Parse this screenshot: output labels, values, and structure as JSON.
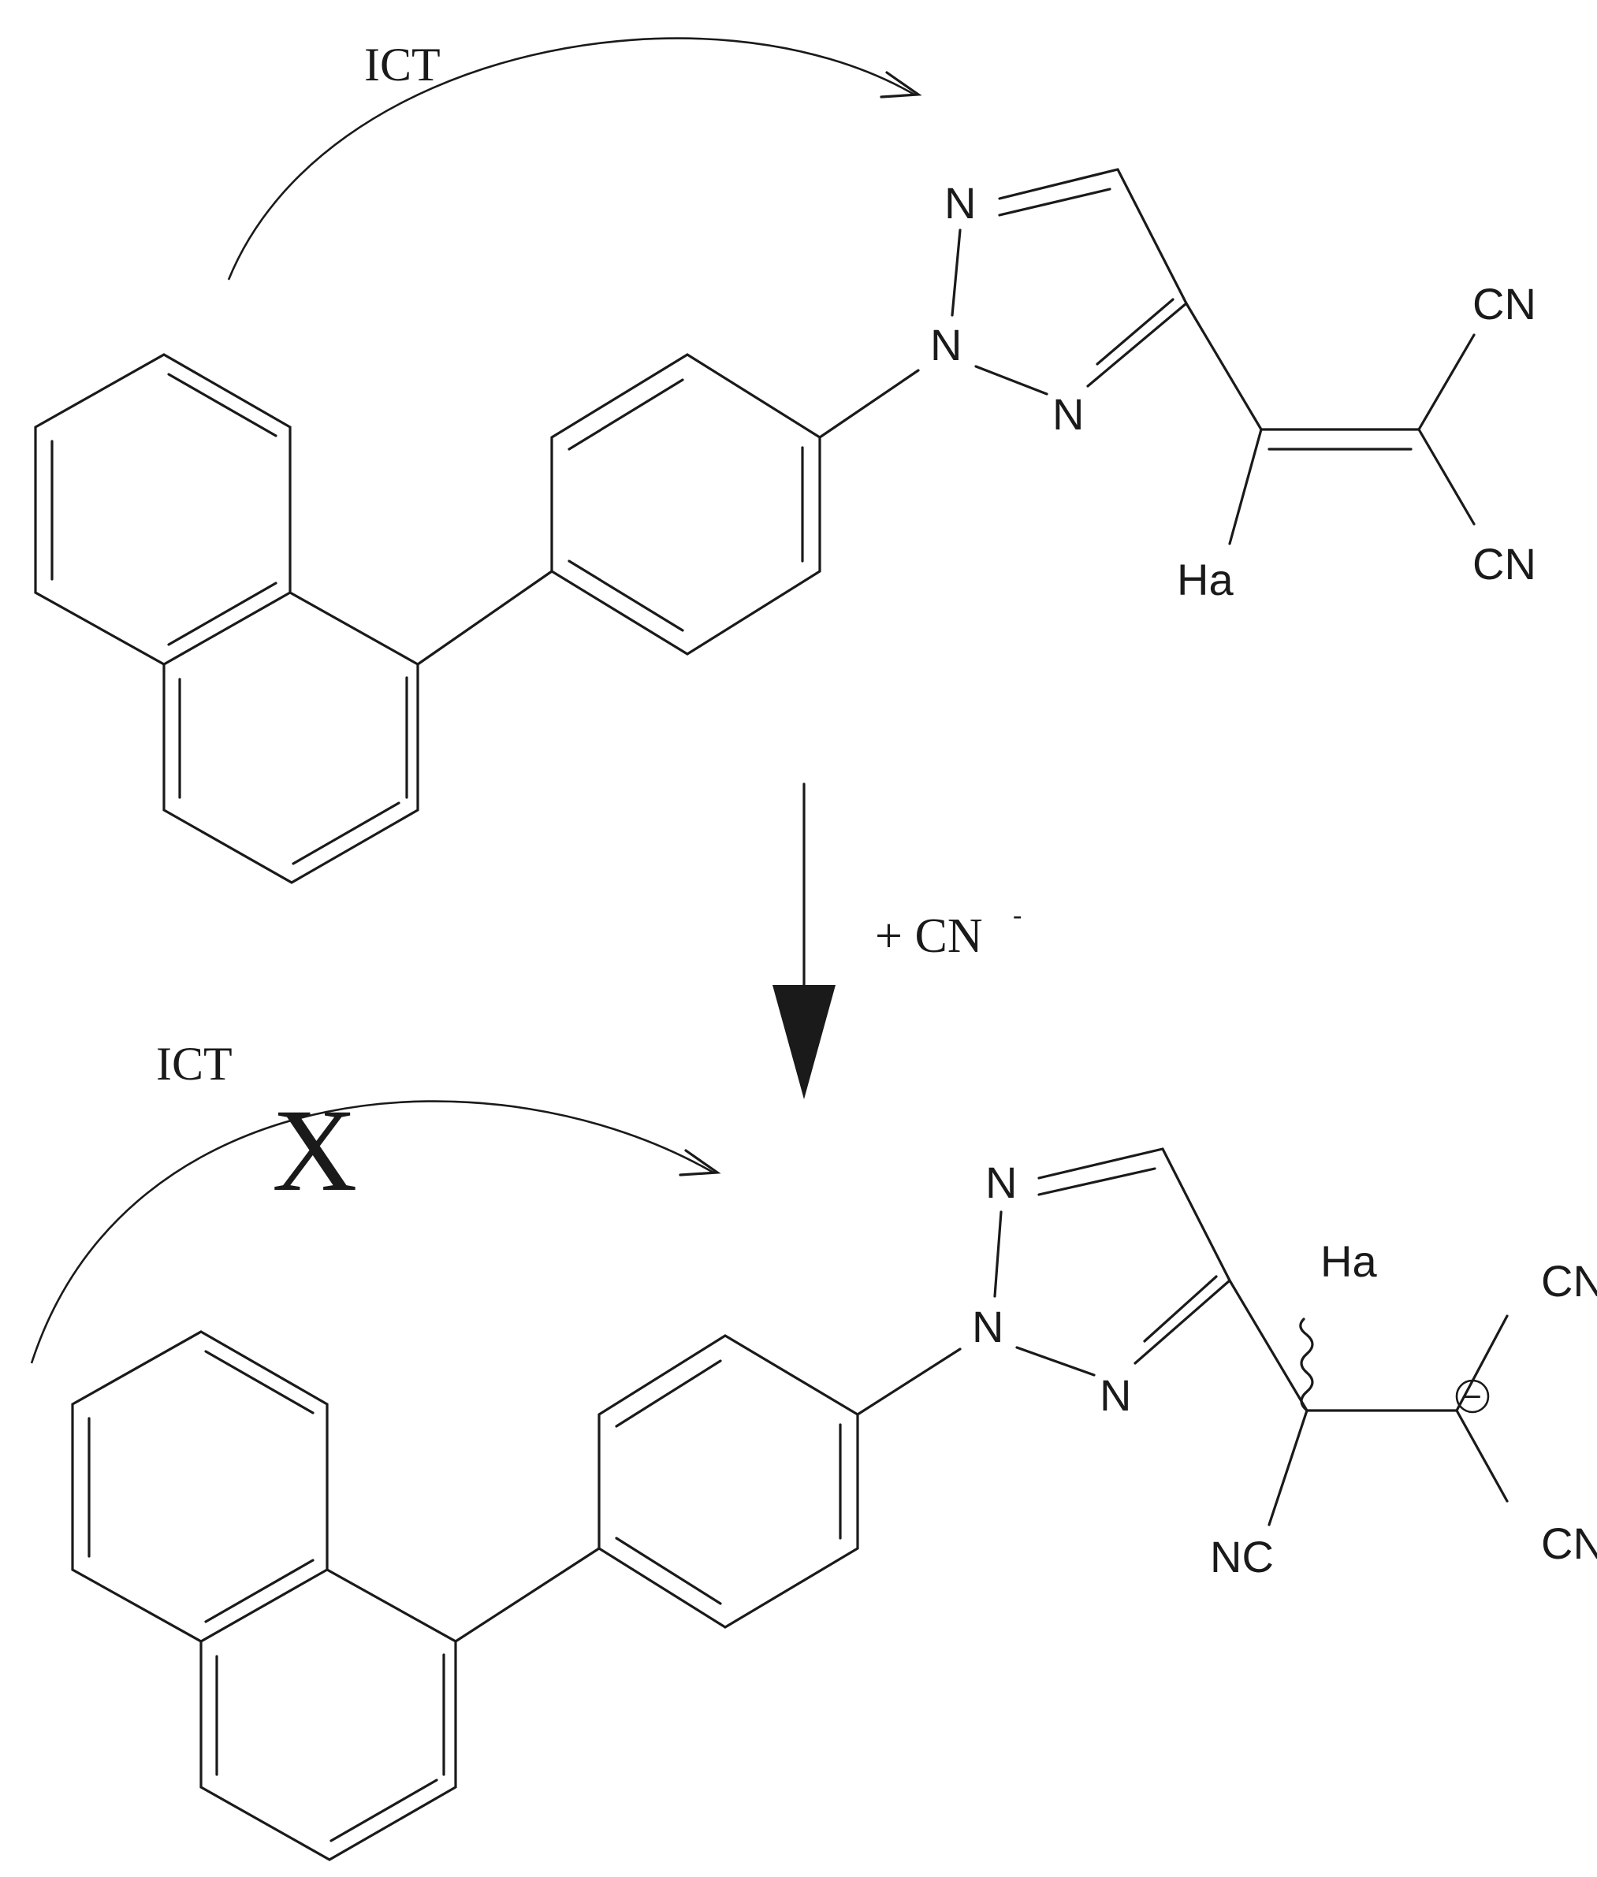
{
  "top": {
    "ict_label": "ICT",
    "atoms": {
      "n_top": "N",
      "n_mid": "N",
      "n_low": "N",
      "cn_upper": "CN",
      "cn_lower": "CN",
      "ha": "Ha"
    }
  },
  "reaction": {
    "reagent_prefix": "+ CN",
    "reagent_charge": "-"
  },
  "bottom": {
    "ict_label": "ICT",
    "blocked_mark": "X",
    "atoms": {
      "n_top": "N",
      "n_mid": "N",
      "n_low": "N",
      "ha": "Ha",
      "cn_upper": "CN",
      "cn_lower": "CN",
      "nc": "NC",
      "anion_charge": "−"
    }
  }
}
